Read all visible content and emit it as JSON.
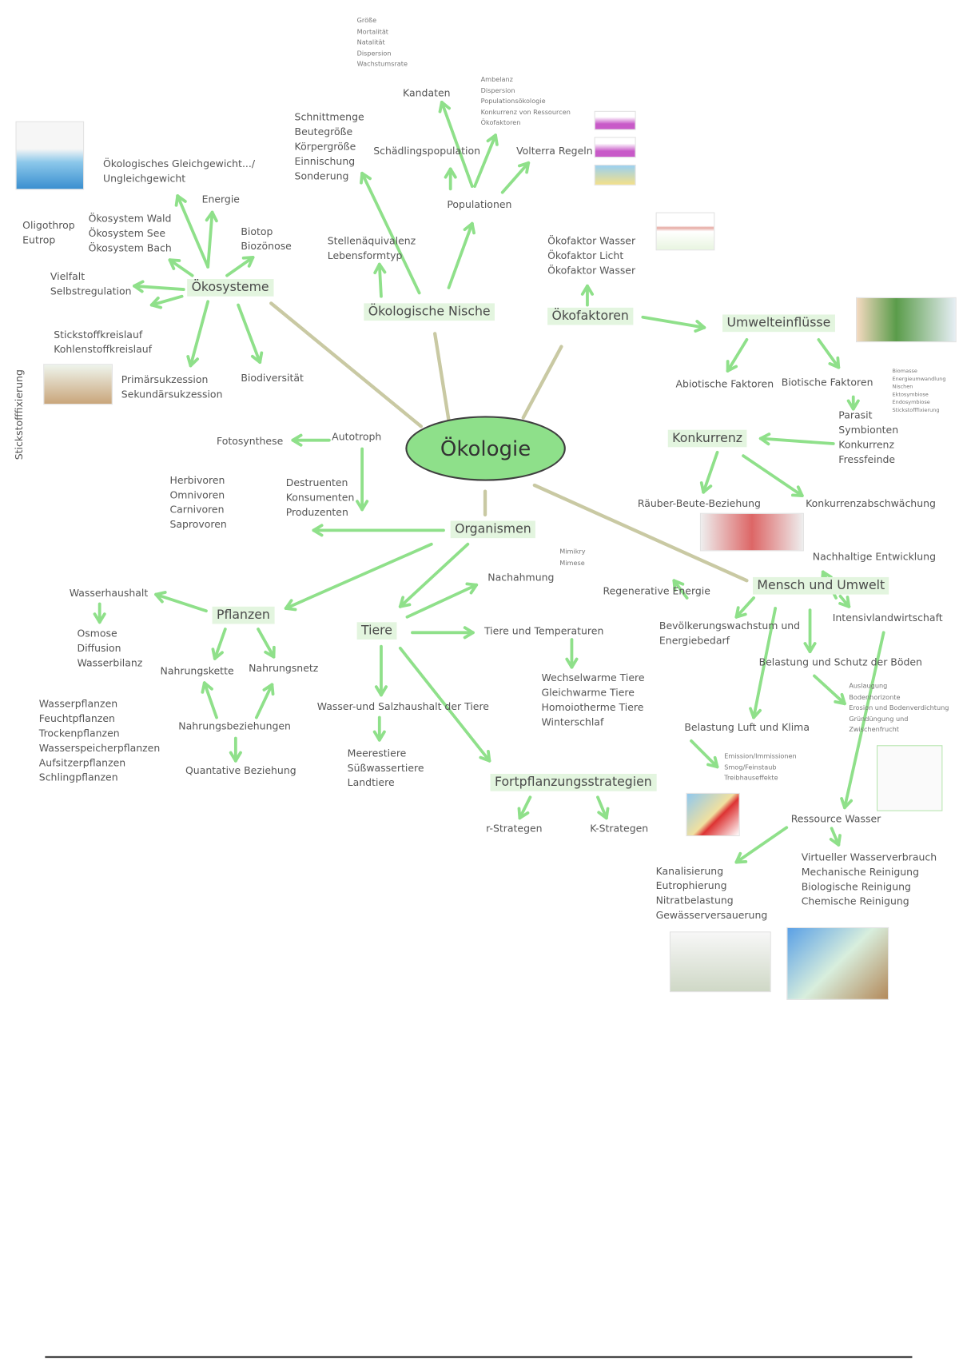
{
  "center": "Ökologie",
  "headers": {
    "oekosysteme": "Ökosysteme",
    "nische": "Ökologische Nische",
    "oekofaktoren": "Ökofaktoren",
    "umwelteinfluesse": "Umwelteinflüsse",
    "konkurrenz": "Konkurrenz",
    "organismen": "Organismen",
    "pflanzen": "Pflanzen",
    "tiere": "Tiere",
    "mensch": "Mensch und Umwelt",
    "fortpflanzung": "Fortpflanzungsstrategien"
  },
  "texts": {
    "kenndaten_list": "Größe\nMortalität\nNatalität\nDispersion\nWachstumsrate",
    "kandaten": "Kandaten",
    "pop_list": "Ambelanz\nDispersion\nPopulationsökologie\nKonkurrenz von Ressourcen\nÖkofaktoren",
    "schnitt": "Schnittmenge\nBeutegröße\nKörpergröße\nEinnischung\nSonderung",
    "schaedling": "Schädlingspopulation",
    "volterra": "Volterra Regeln",
    "populationen": "Populationen",
    "gleichgewicht": "Ökologisches Gleichgewicht.../\nUngleichgewicht",
    "energie": "Energie",
    "oekosystem_list": "Ökosystem Wald\nÖkosystem See\nÖkosystem Bach",
    "trophie": "Oligothrop\nEutrop",
    "biotop": "Biotop\nBiozönose",
    "vielfalt": "Vielfalt\nSelbstregulation",
    "stellen": "Stellenäquivalenz\nLebensformtyp",
    "faktor_list": "Ökofaktor Wasser\nÖkofaktor Licht\nÖkofaktor Wasser",
    "kreislauf": "Stickstoffkreislauf\nKohlenstoffkreislauf",
    "sukzession": "Primärsukzession\nSekundärsukzession",
    "biodiversitaet": "Biodiversität",
    "stickstofffixierung": "Stickstofffixierung",
    "abiotisch": "Abiotische Faktoren",
    "biotisch": "Biotische Faktoren",
    "biotisch_list": "Biomasse\nEnergieumwandlung\nNischen\nEktosymbiose\nEndosymbiose\nStickstofffixierung",
    "parasit": "Parasit\nSymbionten\nKonkurrenz\nFressfeinde",
    "fotosynthese": "Fotosynthese",
    "autotroph": "Autotroph",
    "ernaehrung": "Herbivoren\nOmnivoren\nCarnivoren\nSaprovoren",
    "destruenten": "Destruenten\nKonsumenten\nProduzenten",
    "raeuber": "Räuber-Beute-Beziehung",
    "konkurrenzabschw": "Konkurrenzabschwächung",
    "nachhaltig": "Nachhaltige Entwicklung",
    "mimikry": "Mimikry\nMimese",
    "nachahmung": "Nachahmung",
    "regenerativ": "Regenerative Energie",
    "wasserhaushalt": "Wasserhaushalt",
    "osmose": "Osmose\nDiffusion\nWasserbilanz",
    "bevoelkerung": "Bevölkerungswachstum und\nEnergiebedarf",
    "intensiv": "Intensivlandwirtschaft",
    "temperaturen": "Tiere und Temperaturen",
    "nahrungskette": "Nahrungskette",
    "nahrungsnetz": "Nahrungsnetz",
    "boeden": "Belastung und Schutz der Böden",
    "wechselwarm": "Wechselwarme Tiere\nGleichwarme Tiere\nHomoiotherme Tiere\nWinterschlaf",
    "auslaugung": "Auslaugung\nBodenhorizonte\nErosion und Bodenverdichtung\nGründüngung und\nZwischenfrucht",
    "pflanzen_list": "Wasserpflanzen\nFeuchtpflanzen\nTrockenpflanzen\nWasserspeicherpflanzen\nAufsitzerpflanzen\nSchlingpflanzen",
    "salzhaushalt": "Wasser-und Salzhaushalt der Tiere",
    "nahrungsbez": "Nahrungsbeziehungen",
    "luft": "Belastung Luft und Klima",
    "tiere_list": "Meerestiere\nSüßwassertiere\nLandtiere",
    "emission": "Emission/Immissionen\nSmog/Feinstaub\nTreibhauseffekte",
    "quantativ": "Quantative Beziehung",
    "r_strategen": "r-Strategen",
    "k_strategen": "K-Strategen",
    "ressource": "Ressource Wasser",
    "kanal": "Kanalisierung\nEutrophierung\nNitratbelastung\nGewässerversauerung",
    "virtuell": "Virtueller Wasserverbrauch\nMechanische Reinigung\nBiologische Reinigung\nChemische Reinigung"
  },
  "colors": {
    "arrow": "#8fe08a",
    "connector": "#c9c9a3",
    "center_fill": "#8ee08a",
    "header_bg": "#e3f5df"
  }
}
